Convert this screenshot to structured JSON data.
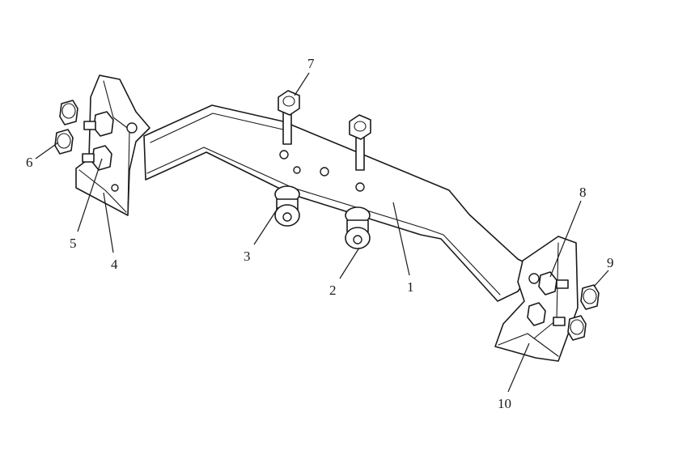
{
  "callouts": [
    {
      "label": "1"
    },
    {
      "label": "2"
    },
    {
      "label": "3"
    },
    {
      "label": "4"
    },
    {
      "label": "5"
    },
    {
      "label": "6"
    },
    {
      "label": "7"
    },
    {
      "label": "8"
    },
    {
      "label": "9"
    },
    {
      "label": "10"
    }
  ]
}
